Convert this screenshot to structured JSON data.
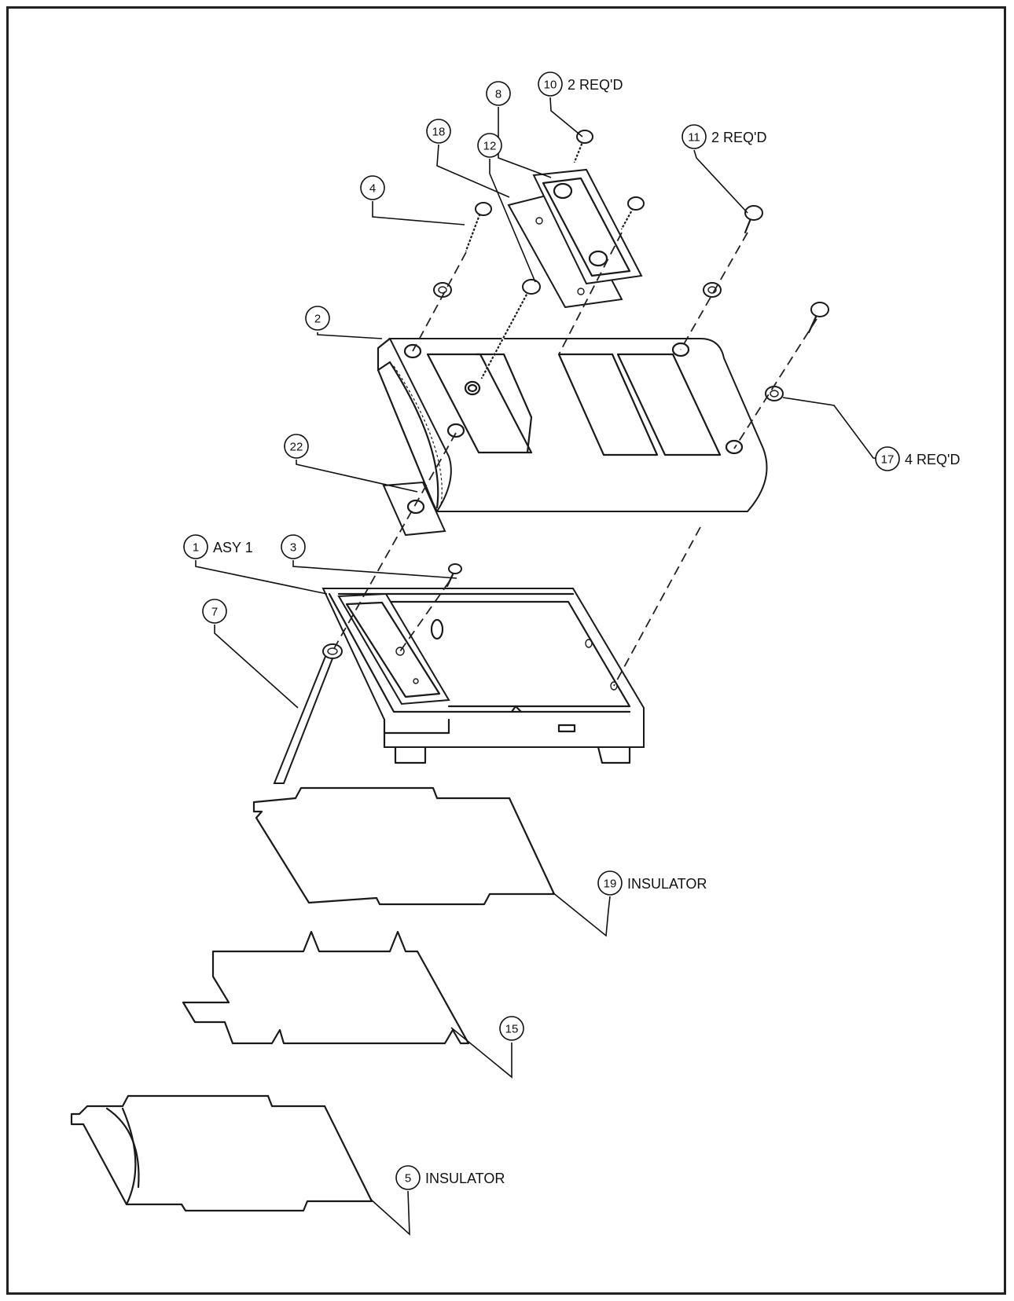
{
  "callouts": [
    {
      "number": "10",
      "note": "2 REQ'D"
    },
    {
      "number": "8",
      "note": ""
    },
    {
      "number": "18",
      "note": ""
    },
    {
      "number": "12",
      "note": ""
    },
    {
      "number": "11",
      "note": "2 REQ'D"
    },
    {
      "number": "4",
      "note": ""
    },
    {
      "number": "2",
      "note": ""
    },
    {
      "number": "17",
      "note": "4 REQ'D"
    },
    {
      "number": "22",
      "note": ""
    },
    {
      "number": "3",
      "note": ""
    },
    {
      "number": "1",
      "note": "ASY 1"
    },
    {
      "number": "7",
      "note": ""
    },
    {
      "number": "19",
      "note": "INSULATOR"
    },
    {
      "number": "15",
      "note": ""
    },
    {
      "number": "5",
      "note": "INSULATOR"
    }
  ]
}
